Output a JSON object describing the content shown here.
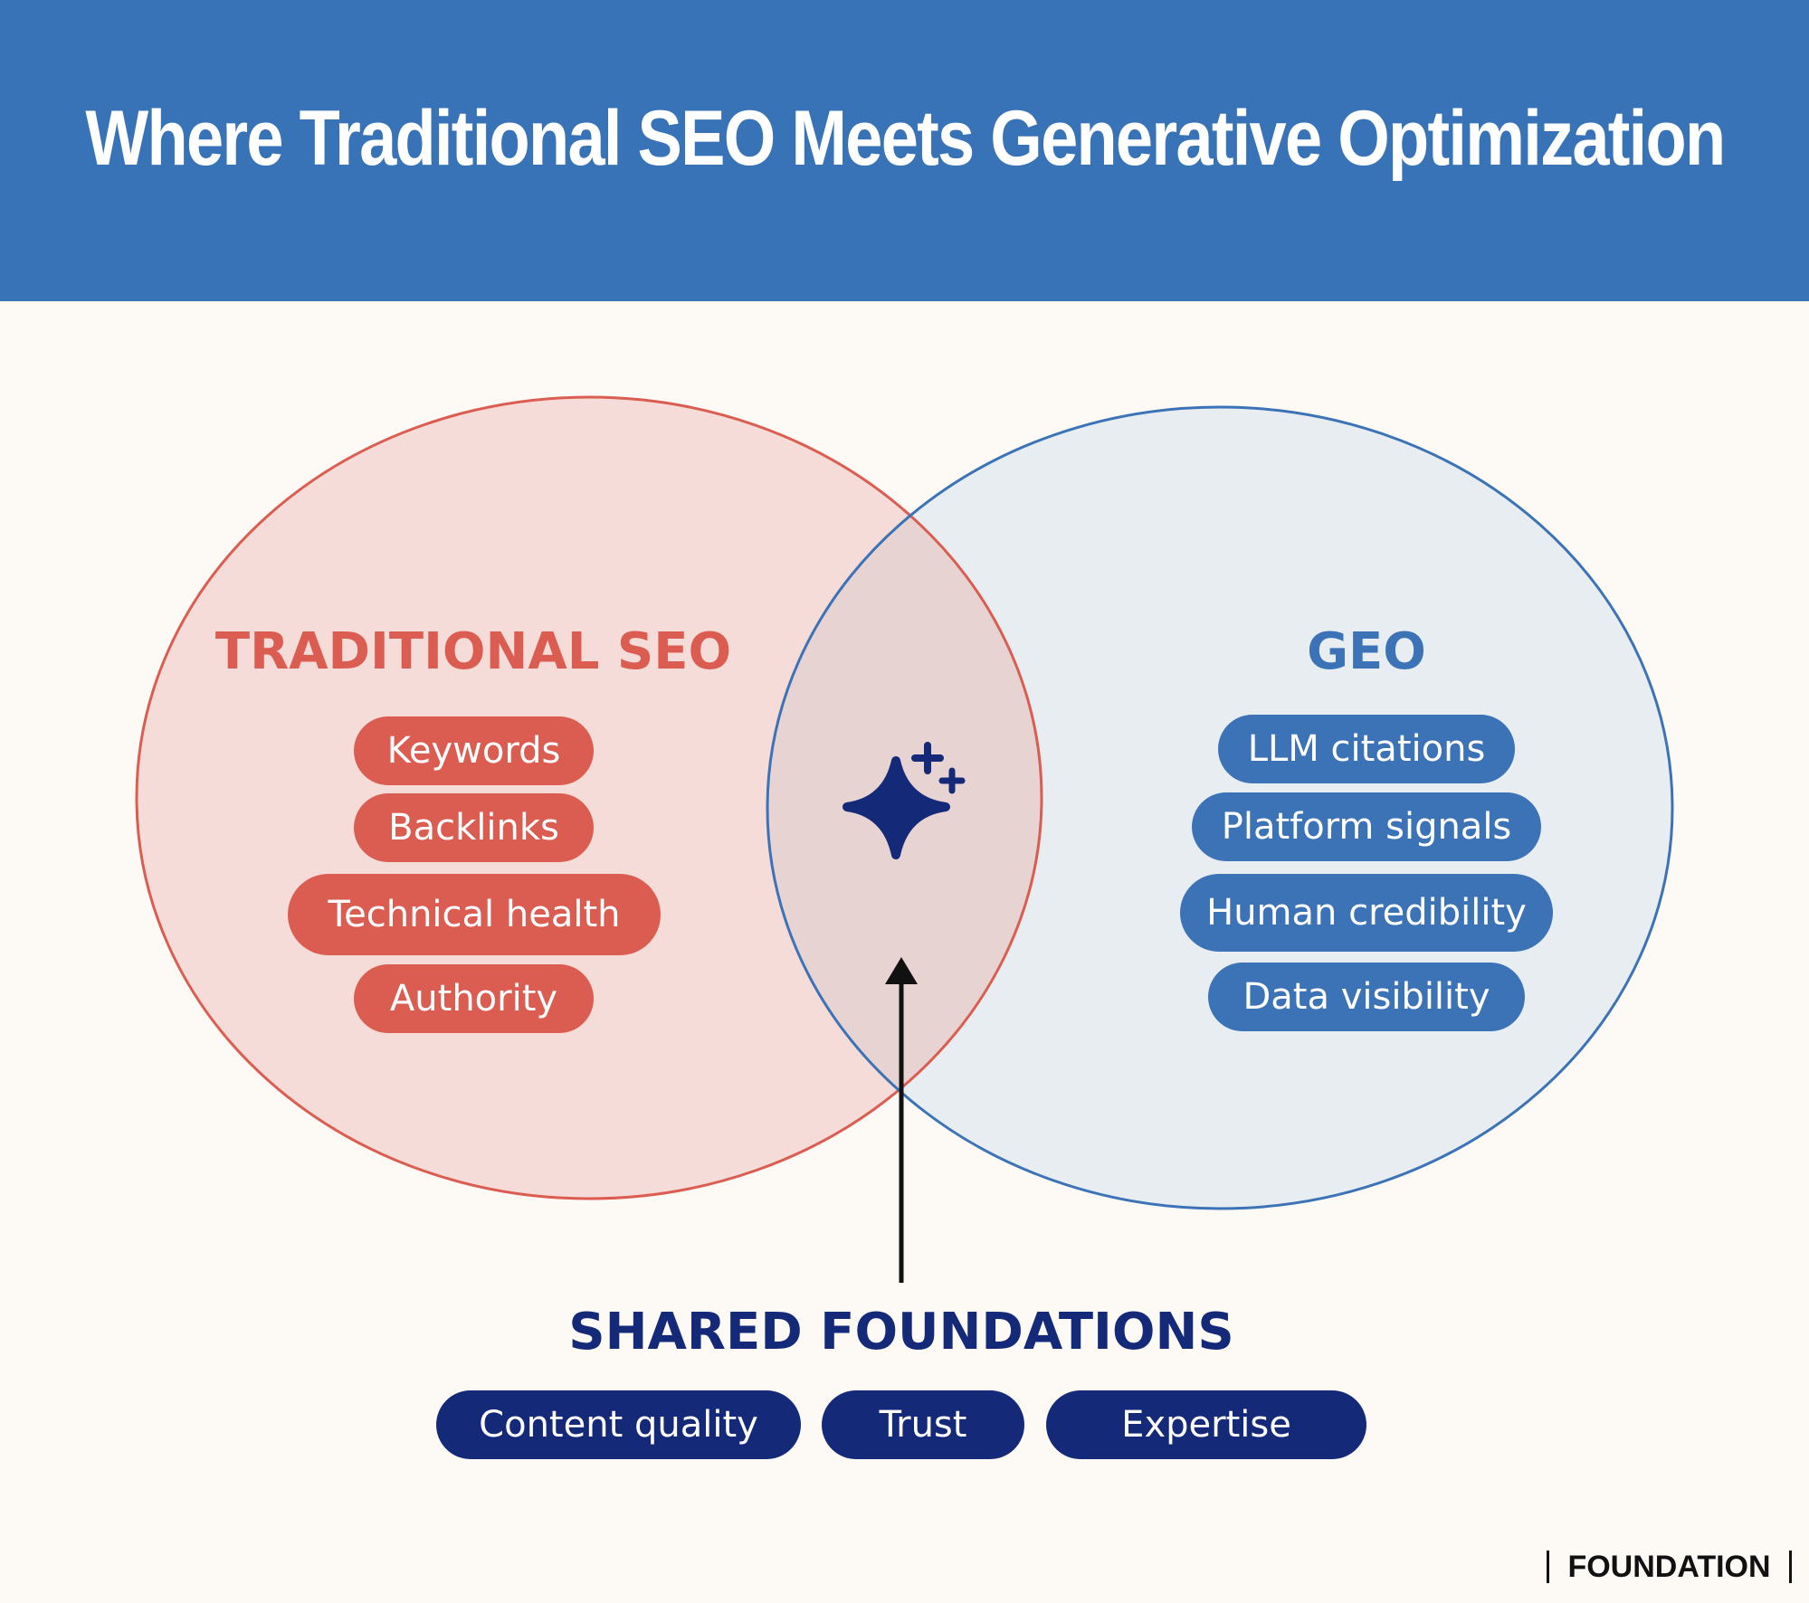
{
  "header": {
    "title": "Where Traditional SEO Meets Generative Optimization"
  },
  "colors": {
    "header_bg": "#3773b6",
    "page_bg": "#fdfaf5",
    "seo_accent": "#db5d52",
    "seo_fill": "#f5dcd8",
    "geo_accent": "#3c73b7",
    "geo_fill": "#e8edf2",
    "overlap_fill": "#e8d3d3",
    "shared_accent": "#142a78"
  },
  "seo": {
    "title": "TRADITIONAL SEO",
    "items": [
      "Keywords",
      "Backlinks",
      "Technical health",
      "Authority"
    ]
  },
  "geo": {
    "title": "GEO",
    "items": [
      "LLM citations",
      "Platform signals",
      "Human credibility",
      "Data visibility"
    ]
  },
  "center": {
    "icon": "sparkle-icon",
    "arrow": "arrow-up-icon"
  },
  "shared": {
    "title": "SHARED FOUNDATIONS",
    "items": [
      "Content quality",
      "Trust",
      "Expertise"
    ]
  },
  "logo": {
    "text": "FOUNDATION"
  }
}
